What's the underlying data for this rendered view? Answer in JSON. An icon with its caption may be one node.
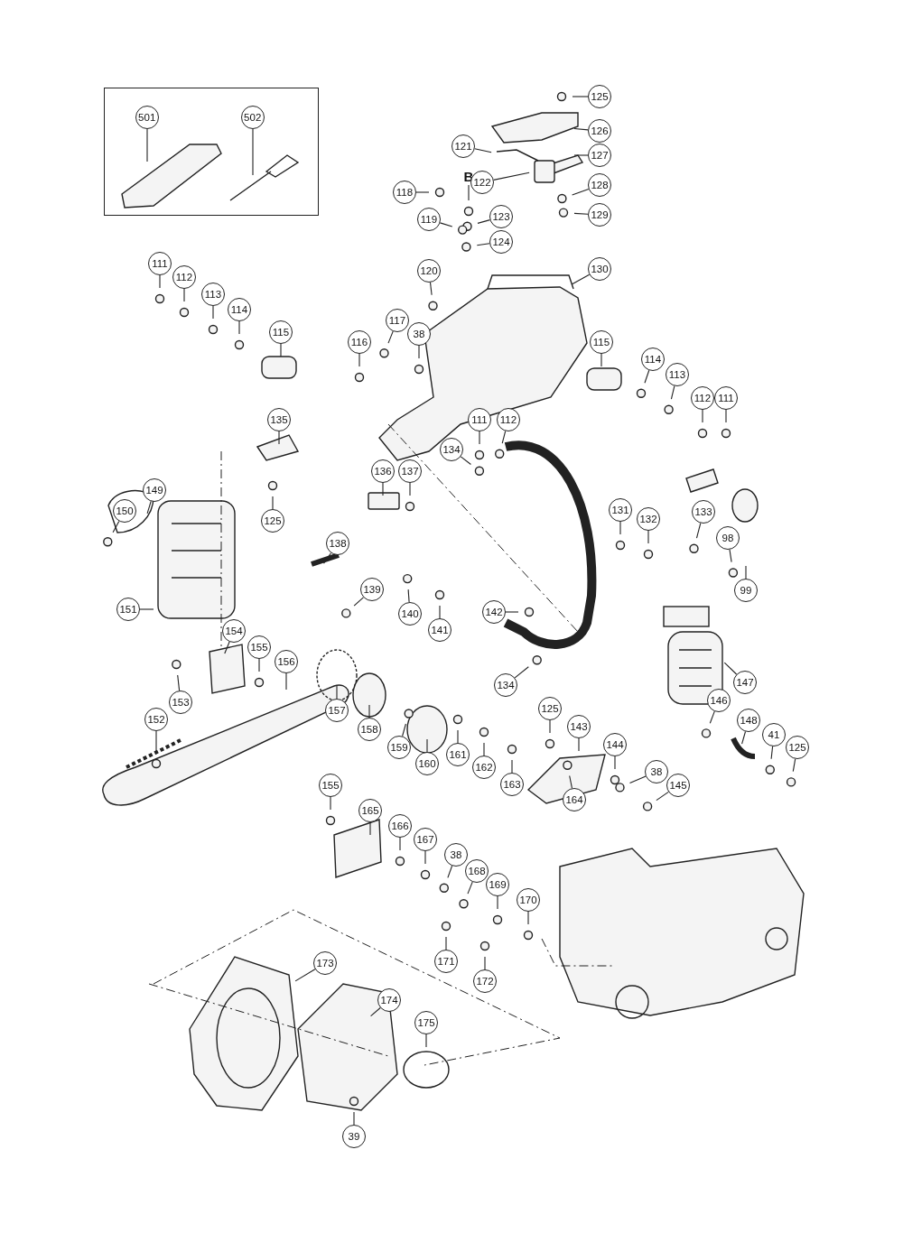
{
  "diagram": {
    "nodes": [
      {
        "text": [],
        "shape": "box"
      },
      {
        "text": [
          "501"
        ],
        "in": 0
      },
      {
        "text": [
          "502"
        ],
        "in": 0
      },
      {
        "text": [
          "125"
        ]
      },
      {
        "text": [
          "126"
        ]
      },
      {
        "text": [
          "121"
        ]
      },
      {
        "text": [
          "127"
        ]
      },
      {
        "text": [
          "B"
        ]
      },
      {
        "text": [
          "122"
        ]
      },
      {
        "text": [
          "128"
        ]
      },
      {
        "text": [
          "118"
        ]
      },
      {
        "text": [
          "129"
        ]
      },
      {
        "text": [
          "123"
        ]
      },
      {
        "text": [
          "119"
        ]
      },
      {
        "text": [
          "124"
        ]
      },
      {
        "text": [
          "111"
        ]
      },
      {
        "text": [
          "130"
        ]
      },
      {
        "text": [
          "120"
        ]
      },
      {
        "text": [
          "112"
        ]
      },
      {
        "text": [
          "113"
        ]
      },
      {
        "text": [
          "114"
        ]
      },
      {
        "text": [
          "117"
        ]
      },
      {
        "text": [
          "115"
        ]
      },
      {
        "text": [
          "38"
        ]
      },
      {
        "text": [
          "116"
        ]
      },
      {
        "text": [
          "115"
        ]
      },
      {
        "text": [
          "114"
        ]
      },
      {
        "text": [
          "113"
        ]
      },
      {
        "text": [
          "112"
        ]
      },
      {
        "text": [
          "111"
        ]
      },
      {
        "text": [
          "135"
        ]
      },
      {
        "text": [
          "111"
        ]
      },
      {
        "text": [
          "112"
        ]
      },
      {
        "text": [
          "134"
        ]
      },
      {
        "text": [
          "136"
        ]
      },
      {
        "text": [
          "137"
        ]
      },
      {
        "text": [
          "149"
        ]
      },
      {
        "text": [
          "150"
        ]
      },
      {
        "text": [
          "131"
        ]
      },
      {
        "text": [
          "133"
        ]
      },
      {
        "text": [
          "132"
        ]
      },
      {
        "text": [
          "125"
        ]
      },
      {
        "text": [
          "98"
        ]
      },
      {
        "text": [
          "138"
        ]
      },
      {
        "text": [
          "139"
        ]
      },
      {
        "text": [
          "99"
        ]
      },
      {
        "text": [
          "151"
        ]
      },
      {
        "text": [
          "142"
        ]
      },
      {
        "text": [
          "140"
        ]
      },
      {
        "text": [
          "141"
        ]
      },
      {
        "text": [
          "154"
        ]
      },
      {
        "text": [
          "155"
        ]
      },
      {
        "text": [
          "156"
        ]
      },
      {
        "text": [
          "157"
        ]
      },
      {
        "text": [
          "147"
        ]
      },
      {
        "text": [
          "134"
        ]
      },
      {
        "text": [
          "158"
        ]
      },
      {
        "text": [
          "153"
        ]
      },
      {
        "text": [
          "146"
        ]
      },
      {
        "text": [
          "125"
        ]
      },
      {
        "text": [
          "159"
        ]
      },
      {
        "text": [
          "152"
        ]
      },
      {
        "text": [
          "148"
        ]
      },
      {
        "text": [
          "143"
        ]
      },
      {
        "text": [
          "41"
        ]
      },
      {
        "text": [
          "144"
        ]
      },
      {
        "text": [
          "125"
        ]
      },
      {
        "text": [
          "160"
        ]
      },
      {
        "text": [
          "162"
        ]
      },
      {
        "text": [
          "38"
        ]
      },
      {
        "text": [
          "161"
        ]
      },
      {
        "text": [
          "163"
        ]
      },
      {
        "text": [
          "155"
        ]
      },
      {
        "text": [
          "145"
        ]
      },
      {
        "text": [
          "164"
        ]
      },
      {
        "text": [
          "165"
        ]
      },
      {
        "text": [
          "166"
        ]
      },
      {
        "text": [
          "167"
        ]
      },
      {
        "text": [
          "38"
        ]
      },
      {
        "text": [
          "168"
        ]
      },
      {
        "text": [
          "169"
        ]
      },
      {
        "text": [
          "170"
        ]
      },
      {
        "text": [
          "171"
        ]
      },
      {
        "text": [
          "173"
        ]
      },
      {
        "text": [
          "172"
        ]
      },
      {
        "text": [
          "174"
        ]
      },
      {
        "text": [
          "175"
        ]
      },
      {
        "text": [
          "39"
        ]
      }
    ],
    "edges": [
      {
        "from": 1,
        "to": null,
        "arrow": "none"
      },
      {
        "from": 2,
        "to": null,
        "arrow": "none"
      },
      {
        "from": 3,
        "to": null,
        "arrow": "none"
      },
      {
        "from": 4,
        "to": null,
        "arrow": "none"
      },
      {
        "from": 5,
        "to": null,
        "arrow": "none"
      },
      {
        "from": 6,
        "to": null,
        "arrow": "none"
      },
      {
        "from": 7,
        "to": null,
        "arrow": "none"
      },
      {
        "from": 8,
        "to": null,
        "arrow": "none"
      },
      {
        "from": 9,
        "to": null,
        "arrow": "none"
      },
      {
        "from": 10,
        "to": null,
        "arrow": "none"
      },
      {
        "from": 11,
        "to": null,
        "arrow": "none"
      },
      {
        "from": 12,
        "to": null,
        "arrow": "none"
      },
      {
        "from": 13,
        "to": null,
        "arrow": "none"
      },
      {
        "from": 14,
        "to": null,
        "arrow": "none"
      },
      {
        "from": 15,
        "to": null,
        "arrow": "none"
      },
      {
        "from": 16,
        "to": null,
        "arrow": "none"
      },
      {
        "from": 17,
        "to": null,
        "arrow": "none"
      },
      {
        "from": 18,
        "to": null,
        "arrow": "none"
      },
      {
        "from": 19,
        "to": null,
        "arrow": "none"
      },
      {
        "from": 20,
        "to": null,
        "arrow": "none"
      },
      {
        "from": 21,
        "to": null,
        "arrow": "none"
      },
      {
        "from": 22,
        "to": null,
        "arrow": "none"
      },
      {
        "from": 23,
        "to": null,
        "arrow": "none"
      },
      {
        "from": 24,
        "to": null,
        "arrow": "none"
      },
      {
        "from": 25,
        "to": null,
        "arrow": "none"
      },
      {
        "from": 26,
        "to": null,
        "arrow": "none"
      },
      {
        "from": 27,
        "to": null,
        "arrow": "none"
      },
      {
        "from": 28,
        "to": null,
        "arrow": "none"
      },
      {
        "from": 29,
        "to": null,
        "arrow": "none"
      },
      {
        "from": 30,
        "to": null,
        "arrow": "none"
      },
      {
        "from": 31,
        "to": null,
        "arrow": "none"
      },
      {
        "from": 32,
        "to": null,
        "arrow": "none"
      },
      {
        "from": 33,
        "to": null,
        "arrow": "none"
      },
      {
        "from": 34,
        "to": null,
        "arrow": "none"
      },
      {
        "from": 35,
        "to": null,
        "arrow": "none"
      },
      {
        "from": 36,
        "to": null,
        "arrow": "none"
      },
      {
        "from": 37,
        "to": null,
        "arrow": "none"
      },
      {
        "from": 38,
        "to": null,
        "arrow": "none"
      },
      {
        "from": 39,
        "to": null,
        "arrow": "none"
      },
      {
        "from": 40,
        "to": null,
        "arrow": "none"
      },
      {
        "from": 41,
        "to": null,
        "arrow": "none"
      },
      {
        "from": 42,
        "to": null,
        "arrow": "none"
      },
      {
        "from": 43,
        "to": null,
        "arrow": "none"
      },
      {
        "from": 44,
        "to": null,
        "arrow": "none"
      },
      {
        "from": 45,
        "to": null,
        "arrow": "none"
      },
      {
        "from": 46,
        "to": null,
        "arrow": "none"
      },
      {
        "from": 47,
        "to": null,
        "arrow": "none"
      },
      {
        "from": 48,
        "to": null,
        "arrow": "none"
      },
      {
        "from": 49,
        "to": null,
        "arrow": "none"
      },
      {
        "from": 50,
        "to": null,
        "arrow": "none"
      },
      {
        "from": 51,
        "to": null,
        "arrow": "none"
      },
      {
        "from": 52,
        "to": null,
        "arrow": "none"
      },
      {
        "from": 53,
        "to": null,
        "arrow": "none"
      },
      {
        "from": 54,
        "to": null,
        "arrow": "none"
      },
      {
        "from": 55,
        "to": null,
        "arrow": "none"
      },
      {
        "from": 56,
        "to": null,
        "arrow": "none"
      },
      {
        "from": 57,
        "to": null,
        "arrow": "none"
      },
      {
        "from": 58,
        "to": null,
        "arrow": "none"
      },
      {
        "from": 59,
        "to": null,
        "arrow": "none"
      },
      {
        "from": 60,
        "to": null,
        "arrow": "none"
      },
      {
        "from": 61,
        "to": null,
        "arrow": "none"
      },
      {
        "from": 62,
        "to": null,
        "arrow": "none"
      },
      {
        "from": 63,
        "to": null,
        "arrow": "none"
      },
      {
        "from": 64,
        "to": null,
        "arrow": "none"
      },
      {
        "from": 65,
        "to": null,
        "arrow": "none"
      },
      {
        "from": 66,
        "to": null,
        "arrow": "none"
      },
      {
        "from": 67,
        "to": null,
        "arrow": "none"
      },
      {
        "from": 68,
        "to": null,
        "arrow": "none"
      },
      {
        "from": 69,
        "to": null,
        "arrow": "none"
      },
      {
        "from": 70,
        "to": null,
        "arrow": "none"
      },
      {
        "from": 71,
        "to": null,
        "arrow": "none"
      },
      {
        "from": 72,
        "to": null,
        "arrow": "none"
      },
      {
        "from": 73,
        "to": null,
        "arrow": "none"
      },
      {
        "from": 74,
        "to": null,
        "arrow": "none"
      },
      {
        "from": 75,
        "to": null,
        "arrow": "none"
      },
      {
        "from": 76,
        "to": null,
        "arrow": "none"
      },
      {
        "from": 77,
        "to": null,
        "arrow": "none"
      },
      {
        "from": 78,
        "to": null,
        "arrow": "none"
      },
      {
        "from": 79,
        "to": null,
        "arrow": "none"
      },
      {
        "from": 80,
        "to": null,
        "arrow": "none"
      },
      {
        "from": 81,
        "to": null,
        "arrow": "none"
      },
      {
        "from": 82,
        "to": null,
        "arrow": "none"
      },
      {
        "from": 83,
        "to": null,
        "arrow": "none"
      },
      {
        "from": 84,
        "to": null,
        "arrow": "none"
      },
      {
        "from": 85,
        "to": null,
        "arrow": "none"
      },
      {
        "from": 86,
        "to": null,
        "arrow": "none"
      },
      {
        "from": 87,
        "to": null,
        "arrow": "none"
      }
    ]
  }
}
